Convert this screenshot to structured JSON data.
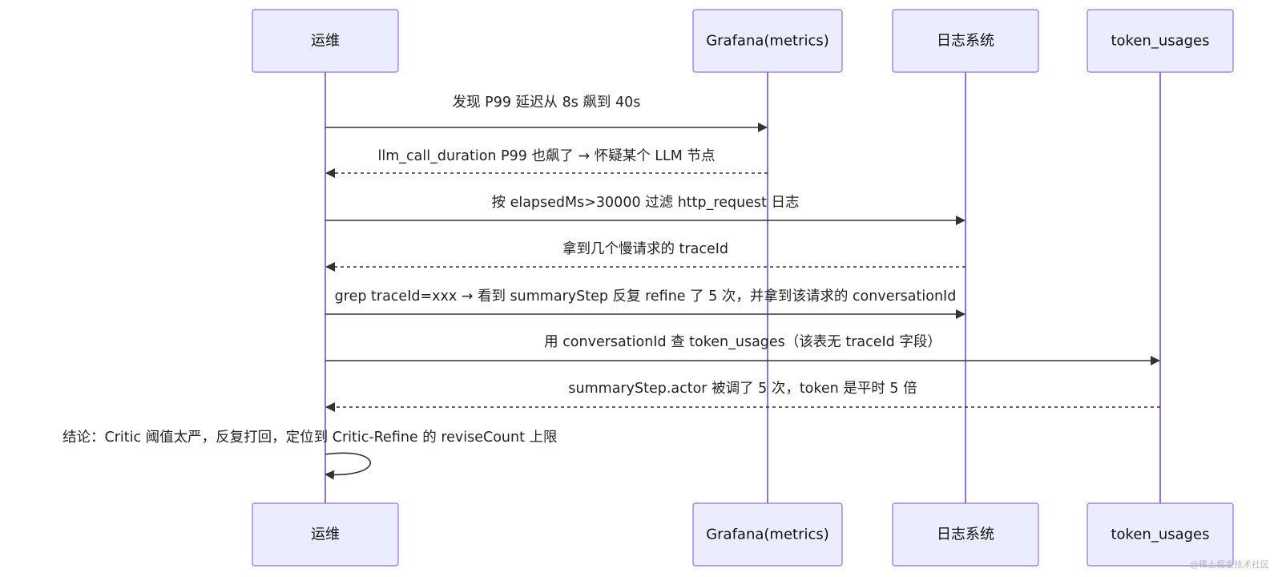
{
  "actors": [
    {
      "id": "ops",
      "label": "运维"
    },
    {
      "id": "grafana",
      "label": "Grafana(metrics)"
    },
    {
      "id": "logs",
      "label": "日志系统"
    },
    {
      "id": "tokens",
      "label": "token_usages"
    }
  ],
  "messages": [
    {
      "from": "ops",
      "to": "grafana",
      "text": "发现 P99 延迟从 8s 飙到 40s",
      "style": "solid"
    },
    {
      "from": "grafana",
      "to": "ops",
      "text": "llm_call_duration P99 也飙了 → 怀疑某个 LLM 节点",
      "style": "dashed"
    },
    {
      "from": "ops",
      "to": "logs",
      "text": "按 elapsedMs>30000 过滤 http_request 日志",
      "style": "solid"
    },
    {
      "from": "logs",
      "to": "ops",
      "text": "拿到几个慢请求的 traceId",
      "style": "dashed"
    },
    {
      "from": "ops",
      "to": "logs",
      "text": "grep traceId=xxx → 看到 summaryStep 反复 refine 了 5 次，并拿到该请求的 conversationId",
      "style": "solid"
    },
    {
      "from": "ops",
      "to": "tokens",
      "text": "用 conversationId 查 token_usages（该表无 traceId 字段）",
      "style": "solid"
    },
    {
      "from": "tokens",
      "to": "ops",
      "text": "summaryStep.actor 被调了 5 次，token 是平时 5 倍",
      "style": "dashed"
    },
    {
      "from": "ops",
      "to": "ops",
      "text": "结论：Critic 阈值太严，反复打回，定位到 Critic-Refine 的 reviseCount 上限",
      "style": "self"
    }
  ],
  "watermark": "@稀土掘金技术社区"
}
